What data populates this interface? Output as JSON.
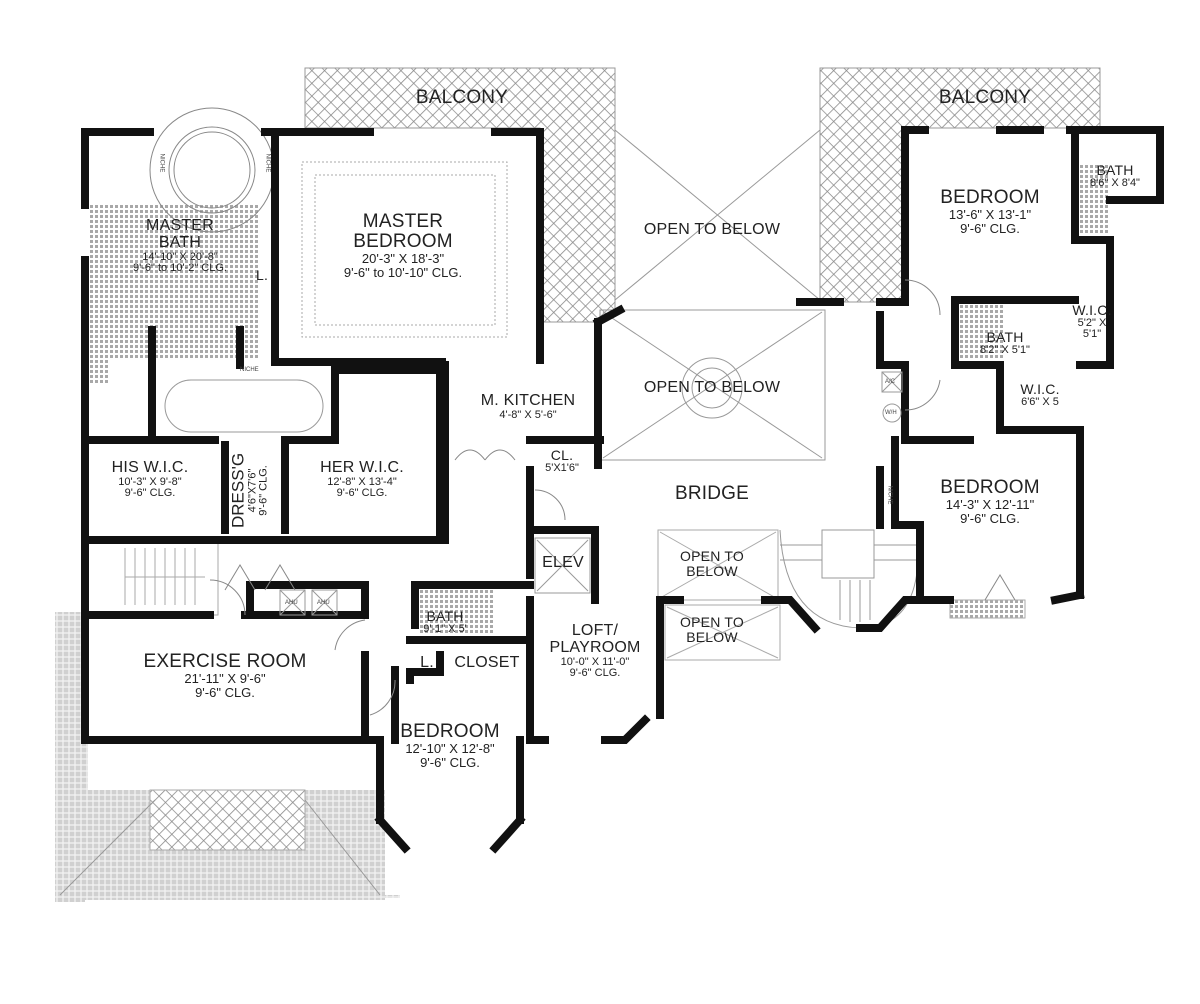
{
  "plan": {
    "title": "Upper Floor Plan",
    "rooms": {
      "balcony_left": {
        "name": "BALCONY"
      },
      "balcony_right": {
        "name": "BALCONY"
      },
      "master_bath": {
        "name_1": "MASTER",
        "name_2": "BATH",
        "size": "14'-10\" X 20'-8\"",
        "ceiling": "9'-6\" to 10'-2\" CLG."
      },
      "master_bedroom": {
        "name_1": "MASTER",
        "name_2": "BEDROOM",
        "size": "20'-3\" X 18'-3\"",
        "ceiling": "9'-6\" to 10'-10\" CLG."
      },
      "open_below_top": {
        "name": "OPEN TO BELOW"
      },
      "open_below_center": {
        "name": "OPEN TO BELOW"
      },
      "bedroom_ne": {
        "name": "BEDROOM",
        "size": "13'-6\" X 13'-1\"",
        "ceiling": "9'-6\" CLG."
      },
      "bath_ne": {
        "name": "BATH",
        "size": "8'6\" X 8'4\""
      },
      "bath_e": {
        "name": "BATH",
        "size": "8'2\" X 5'1\""
      },
      "wic_ne": {
        "name": "W.I.C.",
        "size_1": "5'2\" X",
        "size_2": "5'1\""
      },
      "wic_e": {
        "name": "W.I.C.",
        "size": "6'6\" X 5"
      },
      "bedroom_e": {
        "name": "BEDROOM",
        "size": "14'-3\" X 12'-11\"",
        "ceiling": "9'-6\" CLG."
      },
      "m_kitchen": {
        "name": "M. KITCHEN",
        "size": "4'-8\" X 5'-6\""
      },
      "closet_cl": {
        "name": "CL.",
        "size": "5'X1'6\""
      },
      "his_wic": {
        "name": "HIS W.I.C.",
        "size": "10'-3\" X 9'-8\"",
        "ceiling": "9'-6\" CLG."
      },
      "dressing": {
        "name": "DRESS'G",
        "size": "4'6\"X7'6\"",
        "ceiling": "9'-6\" CLG."
      },
      "her_wic": {
        "name": "HER W.I.C.",
        "size": "12'-8\" X 13'-4\"",
        "ceiling": "9'-6\" CLG."
      },
      "bridge": {
        "name": "BRIDGE"
      },
      "elevator": {
        "name": "ELEV"
      },
      "open_below_stair_1": {
        "name_1": "OPEN TO",
        "name_2": "BELOW"
      },
      "open_below_stair_2": {
        "name_1": "OPEN TO",
        "name_2": "BELOW"
      },
      "exercise_room": {
        "name": "EXERCISE ROOM",
        "size": "21'-11\" X 9'-6\"",
        "ceiling": "9'-6\" CLG."
      },
      "bath_s": {
        "name": "BATH",
        "size": "9'-1\" X 5'"
      },
      "linen": {
        "name": "L."
      },
      "closet": {
        "name": "CLOSET"
      },
      "loft": {
        "name_1": "LOFT/",
        "name_2": "PLAYROOM",
        "size": "10'-0\" X 11'-0\"",
        "ceiling": "9'-6\" CLG."
      },
      "bedroom_s": {
        "name": "BEDROOM",
        "size": "12'-10\" X 12'-8\"",
        "ceiling": "9'-6\" CLG."
      },
      "linen_mb": {
        "name": "L."
      }
    },
    "tags": {
      "niche": "NICHE",
      "ahu": "AHU",
      "ac": "A/C",
      "wh": "W/H"
    },
    "colors": {
      "wall": "#111111",
      "line": "#9a9a9a",
      "hatch": "#8c8c8c",
      "text": "#222222",
      "background": "#ffffff"
    }
  }
}
